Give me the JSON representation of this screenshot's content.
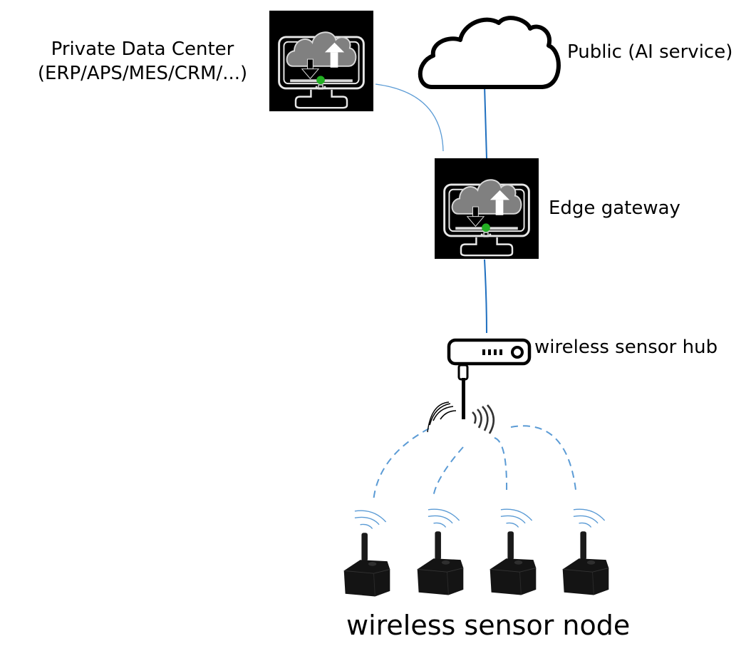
{
  "diagram": {
    "nodes": {
      "private_data_center": {
        "label_line1": "Private Data Center",
        "label_line2": "(ERP/APS/MES/CRM/...)",
        "icon": "cloud-monitor-icon"
      },
      "public_cloud": {
        "label": "Public (AI service)",
        "icon": "cloud-icon"
      },
      "edge_gateway": {
        "label": "Edge gateway",
        "icon": "cloud-monitor-icon"
      },
      "wireless_sensor_hub": {
        "label": "wireless sensor hub",
        "icon": "router-icon"
      },
      "wireless_sensor_nodes": {
        "label": "wireless sensor node",
        "count": 4,
        "icon": "sensor-node-icon"
      }
    },
    "connections": [
      {
        "from": "private_data_center",
        "to": "edge_gateway",
        "style": "solid"
      },
      {
        "from": "public_cloud",
        "to": "edge_gateway",
        "style": "solid"
      },
      {
        "from": "edge_gateway",
        "to": "wireless_sensor_hub",
        "style": "solid"
      },
      {
        "from": "wireless_sensor_hub",
        "to": "sensor_node_1",
        "style": "dashed"
      },
      {
        "from": "wireless_sensor_hub",
        "to": "sensor_node_2",
        "style": "dashed"
      },
      {
        "from": "wireless_sensor_hub",
        "to": "sensor_node_3",
        "style": "dashed"
      },
      {
        "from": "wireless_sensor_hub",
        "to": "sensor_node_4",
        "style": "dashed"
      }
    ],
    "colors": {
      "link": "#1f6fbf",
      "wireless_link": "#5b9bd5",
      "status_dot": "#22b022",
      "cloud_fill": "#7f7f7f",
      "icon_bg": "#000000"
    }
  }
}
